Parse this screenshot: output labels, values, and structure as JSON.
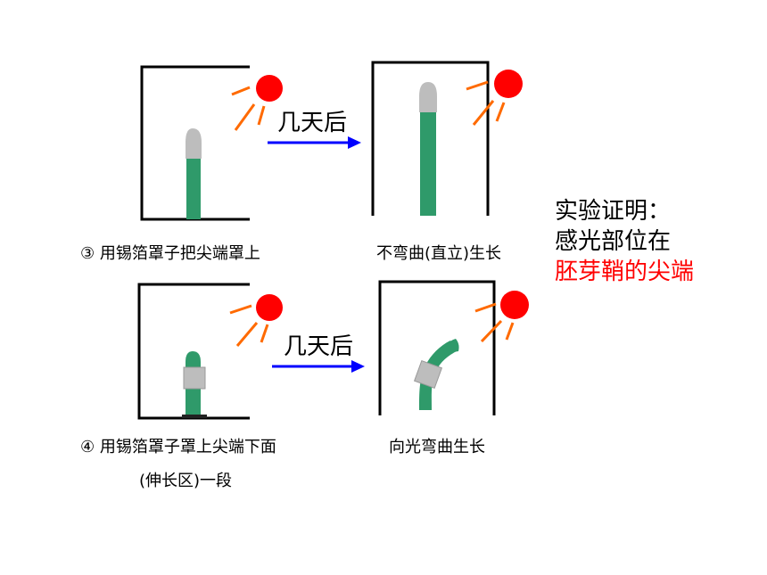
{
  "experiment3": {
    "arrow_label": "几天后",
    "caption_before": "③ 用锡箔罩子把尖端罩上",
    "caption_after": "不弯曲(直立)生长"
  },
  "experiment4": {
    "arrow_label": "几天后",
    "caption_before_line1": "④ 用锡箔罩子罩上尖端下面",
    "caption_before_line2": "(伸长区)一段",
    "caption_after": "向光弯曲生长"
  },
  "conclusion": {
    "line1": "实验证明：",
    "line2": "感光部位在",
    "line3": "胚芽鞘的尖端"
  },
  "colors": {
    "sun": "#ff0000",
    "rays": "#ff6a00",
    "arrow": "#0000ff",
    "coleoptile": "#2f9a6a",
    "foil_cap": "#bdbdbd",
    "highlight": "#ff0000"
  }
}
